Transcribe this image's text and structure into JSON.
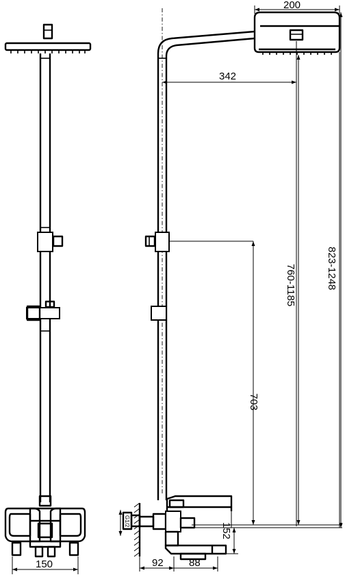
{
  "dimensions": {
    "head_width": "200",
    "arm_projection": "342",
    "holder_height": "703",
    "head_height_range": "760-1185",
    "overall_height_range": "823-1248",
    "mixer_depth": "92",
    "spout_length": "88",
    "mixer_height": "152",
    "mixer_width": "150",
    "inlet_label": "G1/2"
  },
  "colors": {
    "line": "#000000",
    "background": "#ffffff"
  }
}
